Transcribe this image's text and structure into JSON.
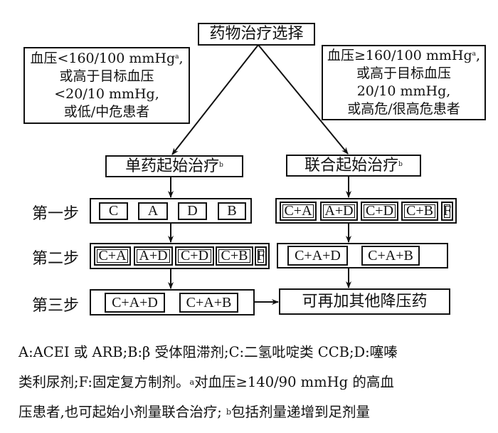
{
  "top": {
    "title": "药物治疗选择"
  },
  "left_condition": {
    "lines": [
      "血压<160/100 mmHg",
      "或高于目标血压",
      "<20/10 mmHg,",
      "或低/中危患者"
    ],
    "sup": "a",
    "after_sup": ","
  },
  "right_condition": {
    "lines": [
      "血压≥160/100 mmHg",
      "或高于目标血压",
      "20/10 mmHg,",
      "或高危/很高危患者"
    ],
    "sup": "a",
    "after_sup": ","
  },
  "branches": {
    "left": {
      "label": "单药起始治疗",
      "sup": "b"
    },
    "right": {
      "label": "联合起始治疗",
      "sup": "b"
    }
  },
  "steps": [
    {
      "label": "第一步",
      "left": [
        "C",
        "A",
        "D",
        "B"
      ],
      "right": [
        "C+A",
        "A+D",
        "C+D",
        "C+B",
        "F"
      ]
    },
    {
      "label": "第二步",
      "left": [
        "C+A",
        "A+D",
        "C+D",
        "C+B",
        "F"
      ],
      "right": [
        "C+A+D",
        "C+A+B"
      ]
    },
    {
      "label": "第三步",
      "left": [
        "C+A+D",
        "C+A+B"
      ],
      "right_text": "可再加其他降压药"
    }
  ],
  "footnote": {
    "line1": "A:ACEI 或 ARB;B:β 受体阻滞剂;C:二氢吡啶类 CCB;D:噻嗪",
    "line2_a": "类利尿剂;F:固定复方制剂。",
    "line2_sup": "a",
    "line2_b": "对血压≥140/90  mmHg 的高血",
    "line3_a": "压患者,也可起始小剂量联合治疗; ",
    "line3_sup": "b",
    "line3_b": "包括剂量递增到足剂量"
  }
}
